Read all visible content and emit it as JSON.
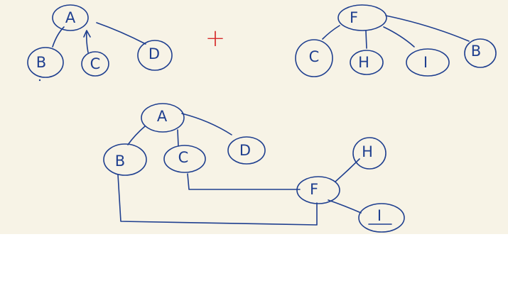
{
  "colors": {
    "canvas": "#f7f3e6",
    "ink": "#1f3f8f",
    "accent": "#d62b2b",
    "page": "#ffffff"
  },
  "operator": "+",
  "trees": {
    "left": {
      "root": "A",
      "children": [
        "B",
        "C",
        "D"
      ]
    },
    "right": {
      "root": "F",
      "children": [
        "C",
        "H",
        "I",
        "B"
      ]
    },
    "merged": {
      "root": "A",
      "children": [
        "B",
        "C",
        "D"
      ],
      "f_node": "F",
      "f_children": [
        "H",
        "I"
      ]
    }
  }
}
